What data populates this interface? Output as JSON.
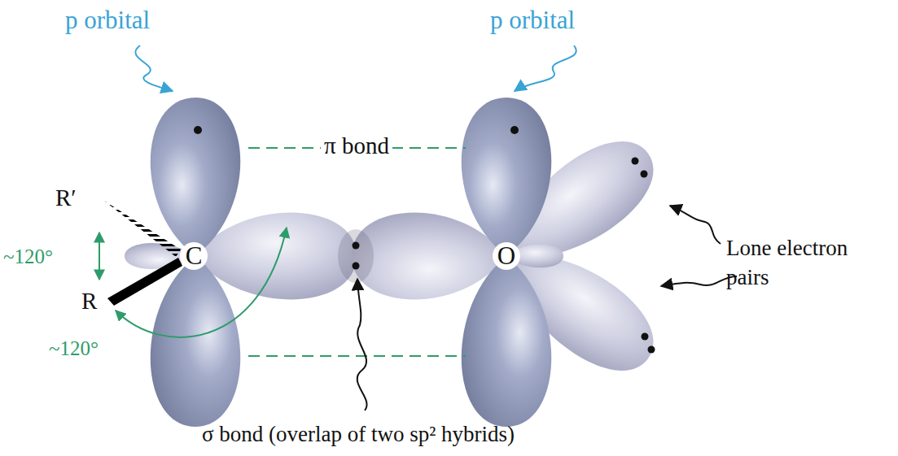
{
  "diagram": {
    "labels": [
      "p orbital",
      "p orbital",
      "π bond",
      "R′",
      "R",
      "~120°",
      "~120°",
      "C",
      "O",
      "Lone electron pairs",
      "σ bond (overlap of two sp² hybrids)"
    ]
  }
}
